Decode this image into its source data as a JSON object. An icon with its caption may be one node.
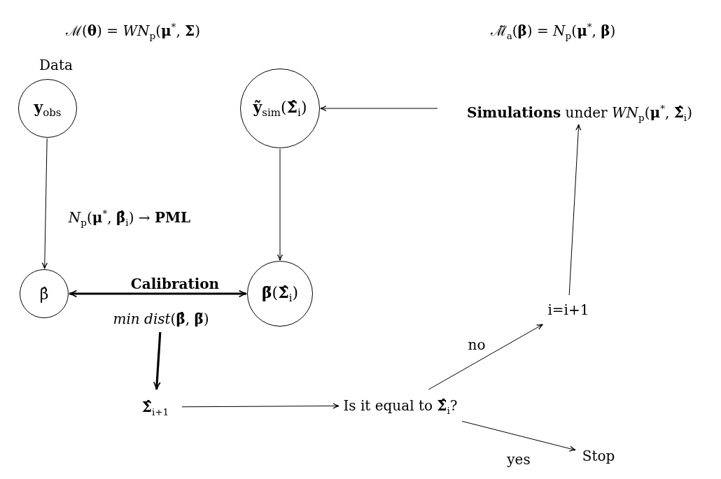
{
  "diagram": {
    "nodes": [
      {
        "text": [
          "Data",
          "**y**$_{obs}$"
        ]
      },
      {
        "text": [
          "**ỹ**$_{sim}$(**Σ̂**$_{i}$)"
        ]
      },
      {
        "text": [
          "**Simulations** under *WN*$_{p}$(**μ**$^{*}$, **Σ̂**$_{i}$)"
        ]
      },
      {
        "text": [
          "β̂"
        ]
      },
      {
        "text": [
          "**β̃**(**Σ̂**$_{i}$)"
        ]
      },
      {
        "text": [
          "i=i+1"
        ]
      },
      {
        "text": [
          "**Σ̂**$_{i+1}$"
        ]
      },
      {
        "text": [
          "Is it equal to **Σ̂**$_{i}$?"
        ]
      },
      {
        "text": [
          "Stop"
        ]
      },
      {
        "text": [
          "*min dist*(**β̂**, **β̃**)"
        ]
      }
    ],
    "edges": [
      {
        "from": 2,
        "to": 1,
        "arrow": "to"
      },
      {
        "from": 5,
        "to": 2,
        "arrow": "to"
      },
      {
        "from": 1,
        "to": 4,
        "arrow": "to"
      },
      {
        "from": 0,
        "to": 3,
        "arrow": "to"
      },
      {
        "from": 3,
        "to": 4,
        "arrow": "both",
        "label": "Calibration",
        "style": "thick"
      },
      {
        "from": 9,
        "to": 6,
        "arrow": "to",
        "style": "thick"
      },
      {
        "from": 6,
        "to": 7,
        "arrow": "to"
      },
      {
        "from": 7,
        "to": 5,
        "arrow": "to",
        "label": "no"
      },
      {
        "from": 7,
        "to": 8,
        "arrow": "to",
        "label": "yes"
      }
    ],
    "labels": [
      "ℳ(**θ**) = *WN*$_{p}$(**μ**$^{*}$, **Σ**)",
      "ℳ̃$_{a}$(**β**) = *N*$_{p}$(**μ**$^{*}$, **β**)",
      "*N*$_{p}$(**μ**$^{*}$, **β̂**$_{i}$) → **PML**"
    ]
  }
}
